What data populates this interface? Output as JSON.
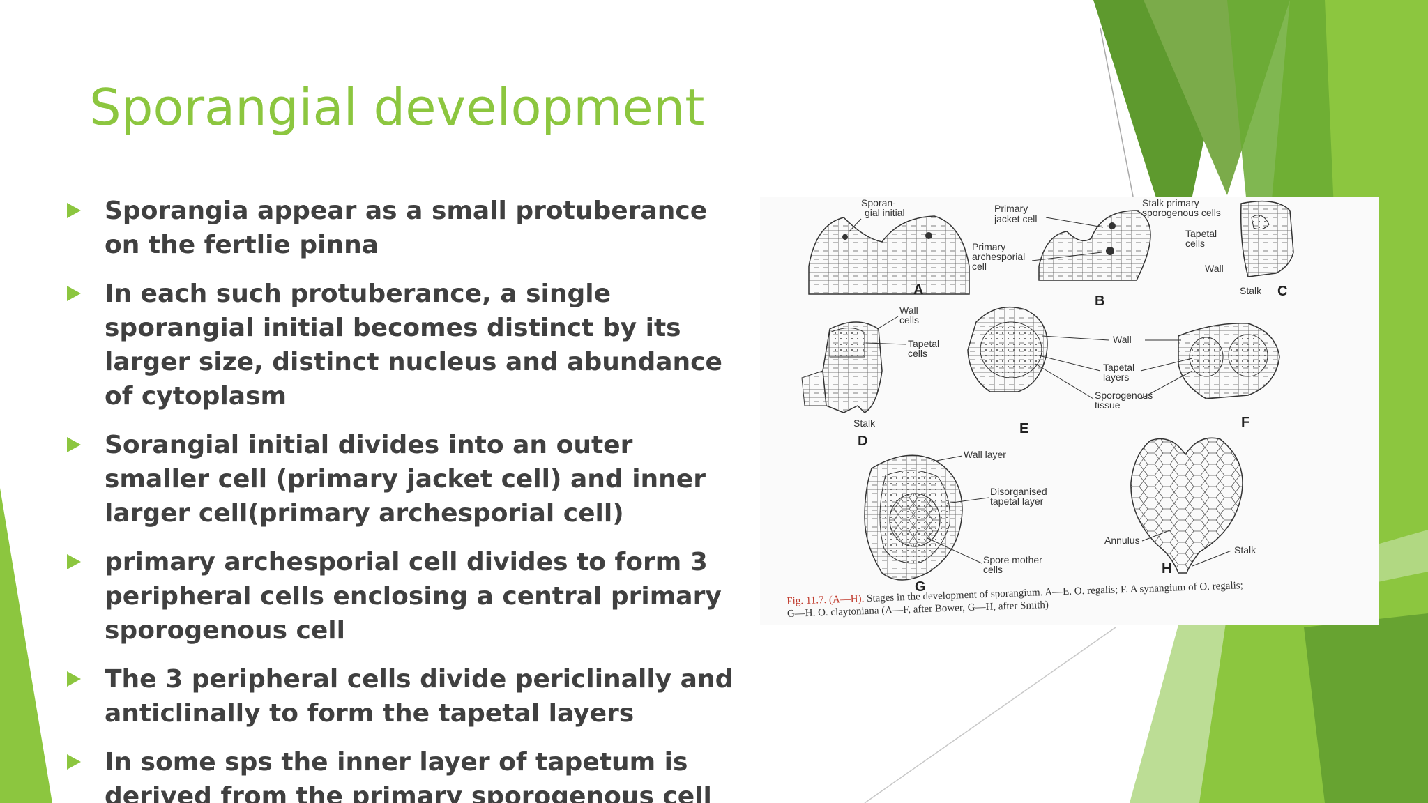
{
  "slide": {
    "title": "Sporangial development",
    "colors": {
      "accent": "#8cc63f",
      "dark_green": "#5e9a2e",
      "text": "#404040"
    }
  },
  "bullets": [
    "Sporangia appear as a small protuberance on the fertlie pinna",
    "In each such protuberance, a single sporangial initial becomes distinct by its larger size, distinct nucleus and abundance of cytoplasm",
    "Sorangial initial divides into an outer smaller cell (primary jacket cell) and inner larger cell(primary archesporial cell)",
    " primary archesporial cell divides to form 3 peripheral cells enclosing a central primary sporogenous cell",
    "The 3 peripheral cells divide periclinally and anticlinally to form the tapetal layers",
    "In some sps the inner layer of tapetum is derived from the primary sporogenous cell"
  ],
  "figure": {
    "letters": {
      "a": "A",
      "b": "B",
      "c": "C",
      "d": "D",
      "e": "E",
      "f": "F",
      "g": "G",
      "h": "H"
    },
    "labels": {
      "sporangial_initial_1": "Sporan-",
      "sporangial_initial_2": "gial initial",
      "primary_jacket_1": "Primary",
      "primary_jacket_2": "jacket cell",
      "primary_arch_1": "Primary",
      "primary_arch_2": "archesporial",
      "primary_arch_3": "cell",
      "stalk_primary_1": "Stalk primary",
      "stalk_primary_2": "sporogenous cells",
      "tapetal_cells_c_1": "Tapetal",
      "tapetal_cells_c_2": "cells",
      "wall_c": "Wall",
      "stalk_c": "Stalk",
      "wall_cells_1": "Wall",
      "wall_cells_2": "cells",
      "tapetal_cells_d_1": "Tapetal",
      "tapetal_cells_d_2": "cells",
      "stalk_d": "Stalk",
      "wall_e": "Wall",
      "tapetal_layers_1": "Tapetal",
      "tapetal_layers_2": "layers",
      "sporogenous_tissue_1": "Sporogenous",
      "sporogenous_tissue_2": "tissue",
      "wall_layer": "Wall layer",
      "disorganised_1": "Disorganised",
      "disorganised_2": "tapetal layer",
      "spore_mother_1": "Spore mother",
      "spore_mother_2": "cells",
      "annulus": "Annulus",
      "stalk_h": "Stalk"
    },
    "caption": {
      "fig": "Fig. 11.7. (A—H).",
      "line1": " Stages in the development of sporangium. A—E. O. regalis; F. A synangium of O. regalis;",
      "line2": "G—H. O. claytoniana (A—F, after Bower, G—H, after Smith)"
    }
  }
}
